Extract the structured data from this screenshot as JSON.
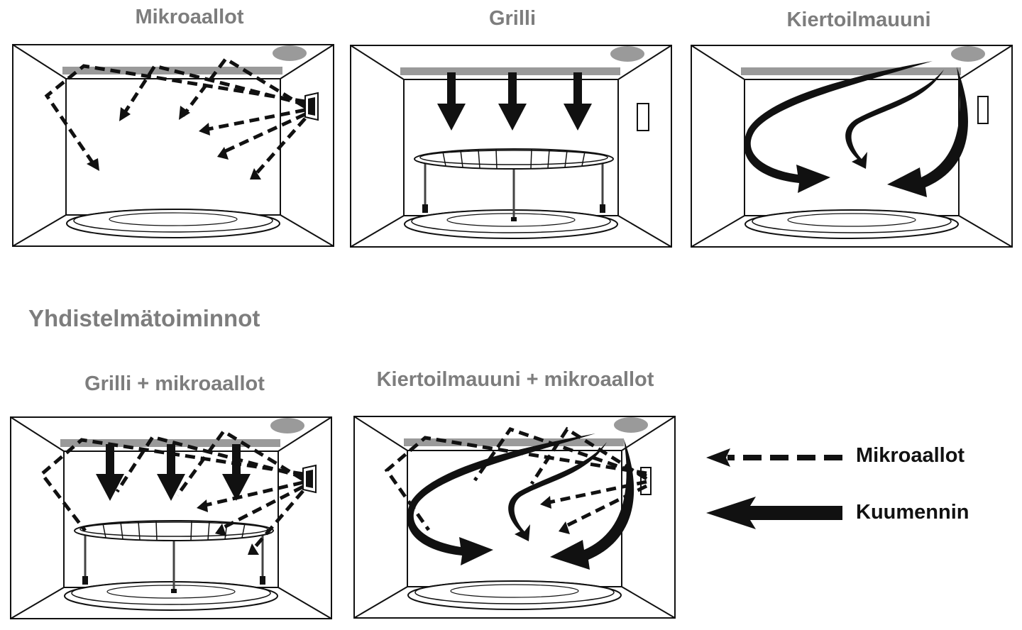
{
  "titles": {
    "microwave": "Mikroaallot",
    "grill": "Grilli",
    "convection": "Kiertoilmauuni",
    "combined_section": "Yhdistelmätoiminnot",
    "grill_micro": "Grilli + mikroaallot",
    "convection_micro": "Kiertoilmauuni + mikroaallot"
  },
  "legend": {
    "microwave": "Mikroaallot",
    "heater": "Kuumennin"
  },
  "colors": {
    "line": "#111111",
    "heater_bar": "#9a9a9a",
    "title_gray": "#7d7d7d"
  }
}
